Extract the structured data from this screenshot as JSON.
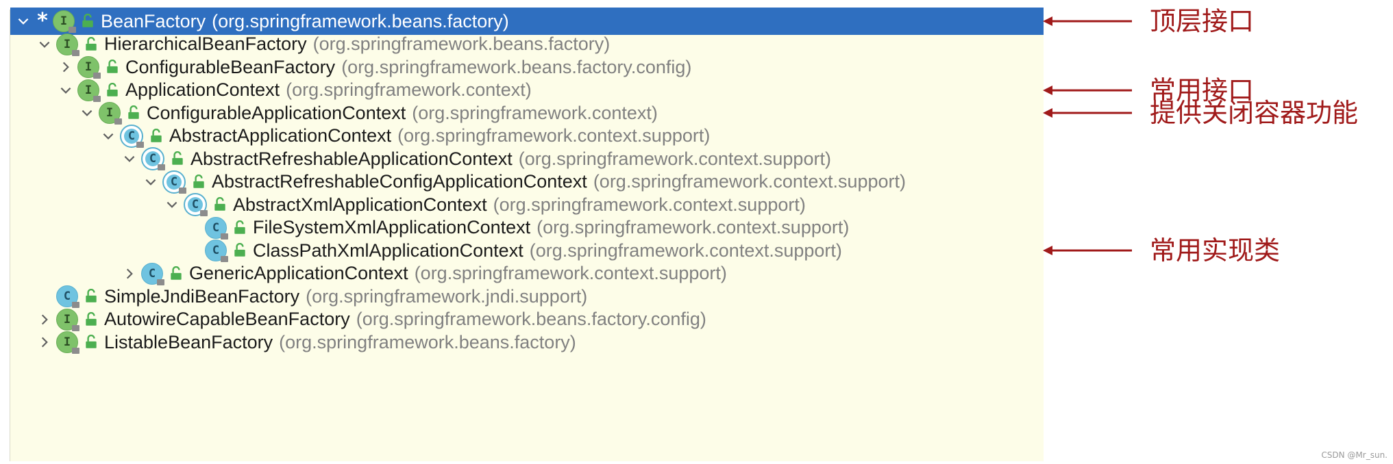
{
  "tree": [
    {
      "name": "BeanFactory",
      "pkg": "(org.springframework.beans.factory)",
      "kind": "interface",
      "state": "expanded",
      "depth": 0,
      "selected": true,
      "star": "*"
    },
    {
      "name": "HierarchicalBeanFactory",
      "pkg": "(org.springframework.beans.factory)",
      "kind": "interface",
      "state": "expanded",
      "depth": 1
    },
    {
      "name": "ConfigurableBeanFactory",
      "pkg": "(org.springframework.beans.factory.config)",
      "kind": "interface",
      "state": "collapsed",
      "depth": 2
    },
    {
      "name": "ApplicationContext",
      "pkg": "(org.springframework.context)",
      "kind": "interface",
      "state": "expanded",
      "depth": 2
    },
    {
      "name": "ConfigurableApplicationContext",
      "pkg": "(org.springframework.context)",
      "kind": "interface",
      "state": "expanded",
      "depth": 3
    },
    {
      "name": "AbstractApplicationContext",
      "pkg": "(org.springframework.context.support)",
      "kind": "abstract",
      "state": "expanded",
      "depth": 4
    },
    {
      "name": "AbstractRefreshableApplicationContext",
      "pkg": "(org.springframework.context.support)",
      "kind": "abstract",
      "state": "expanded",
      "depth": 5
    },
    {
      "name": "AbstractRefreshableConfigApplicationContext",
      "pkg": "(org.springframework.context.support)",
      "kind": "abstract",
      "state": "expanded",
      "depth": 6
    },
    {
      "name": "AbstractXmlApplicationContext",
      "pkg": "(org.springframework.context.support)",
      "kind": "abstract",
      "state": "expanded",
      "depth": 7
    },
    {
      "name": "FileSystemXmlApplicationContext",
      "pkg": "(org.springframework.context.support)",
      "kind": "class",
      "state": "leaf",
      "depth": 8
    },
    {
      "name": "ClassPathXmlApplicationContext",
      "pkg": "(org.springframework.context.support)",
      "kind": "class",
      "state": "leaf",
      "depth": 8
    },
    {
      "name": "GenericApplicationContext",
      "pkg": "(org.springframework.context.support)",
      "kind": "class",
      "state": "collapsed",
      "depth": 5
    },
    {
      "name": "SimpleJndiBeanFactory",
      "pkg": "(org.springframework.jndi.support)",
      "kind": "class",
      "state": "leaf",
      "depth": 1
    },
    {
      "name": "AutowireCapableBeanFactory",
      "pkg": "(org.springframework.beans.factory.config)",
      "kind": "interface",
      "state": "collapsed",
      "depth": 1
    },
    {
      "name": "ListableBeanFactory",
      "pkg": "(org.springframework.beans.factory)",
      "kind": "interface",
      "state": "collapsed",
      "depth": 1
    }
  ],
  "icon_letters": {
    "interface": "I",
    "class": "C"
  },
  "annotations": [
    {
      "row": 0,
      "label": "顶层接口"
    },
    {
      "row": 3,
      "label": "常用接口"
    },
    {
      "row": 4,
      "label": "提供关闭容器功能"
    },
    {
      "row": 10,
      "label": "常用实现类"
    }
  ],
  "watermark": "CSDN @Mr_sun.",
  "colors": {
    "selection": "#2f6fc0",
    "panel_background": "#fdfde8",
    "annotation": "#a01a1a",
    "interface_icon": "#7fc26a",
    "class_icon": "#6fc3e0",
    "visibility_icon": "#4caf50"
  }
}
